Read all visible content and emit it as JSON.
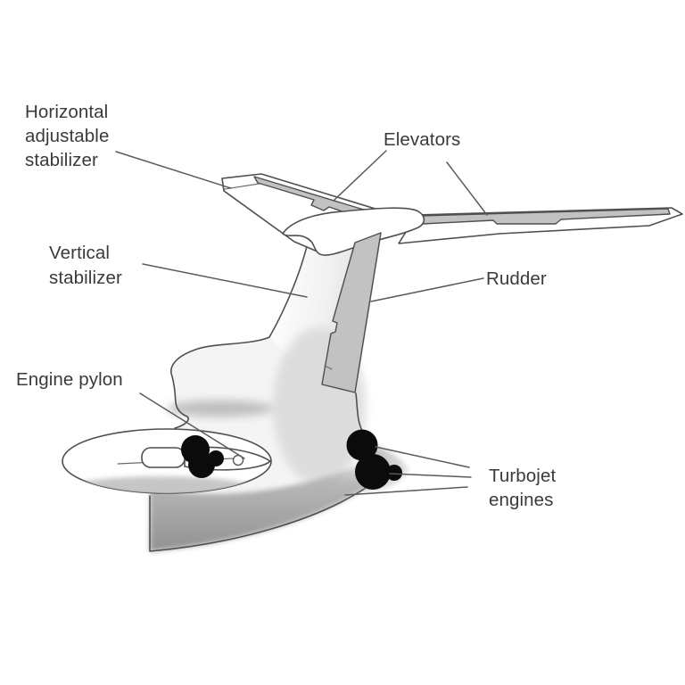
{
  "labels": {
    "horizontal_stabilizer": {
      "lines": [
        "Horizontal",
        "adjustable",
        "stabilizer"
      ]
    },
    "elevators": {
      "text": "Elevators"
    },
    "vertical_stabilizer": {
      "lines": [
        "Vertical",
        "stabilizer"
      ]
    },
    "rudder": {
      "text": "Rudder"
    },
    "engine_pylon": {
      "text": "Engine pylon"
    },
    "turbojet_engines": {
      "lines": [
        "Turbojet",
        "engines"
      ]
    }
  },
  "colors": {
    "background": "#ffffff",
    "outline": "#4f4f4f",
    "label_text": "#3a3a3a",
    "control_surface_gray": "#c2c2c2",
    "engine_black": "#0b0b0b",
    "belly_shadow_gray": "#8f8f8f",
    "leader_line": "#5a5a5a"
  }
}
